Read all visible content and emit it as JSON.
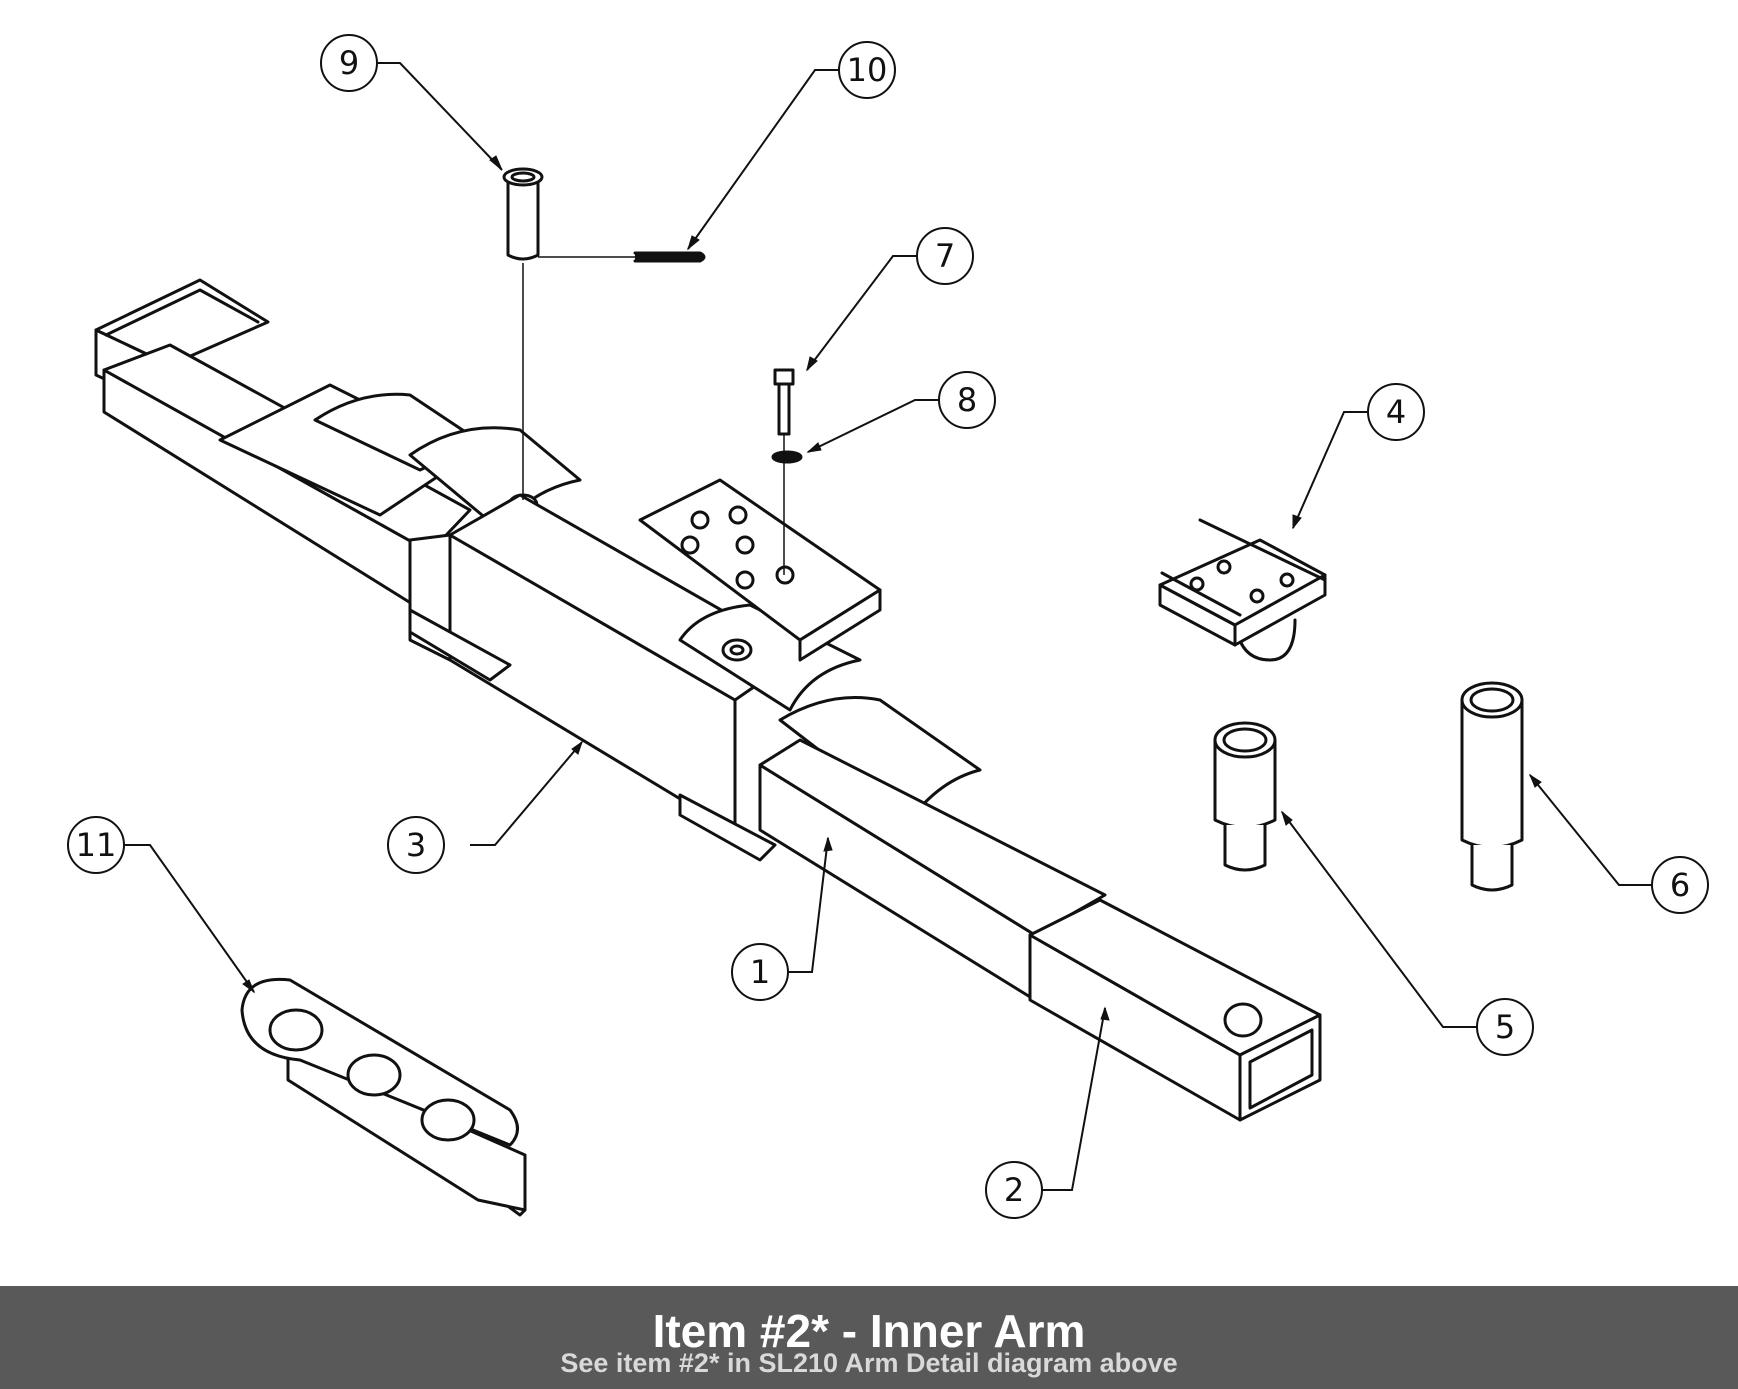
{
  "diagram": {
    "callouts": [
      "1",
      "2",
      "3",
      "4",
      "5",
      "6",
      "7",
      "8",
      "9",
      "10",
      "11"
    ]
  },
  "caption": {
    "title": "Item #2* - Inner Arm",
    "subtitle": "See item #2* in SL210 Arm Detail diagram above"
  },
  "colors": {
    "caption_background": "#595959",
    "caption_title": "#ffffff",
    "caption_subtitle": "#d9d9d9",
    "line_art": "#111111"
  }
}
